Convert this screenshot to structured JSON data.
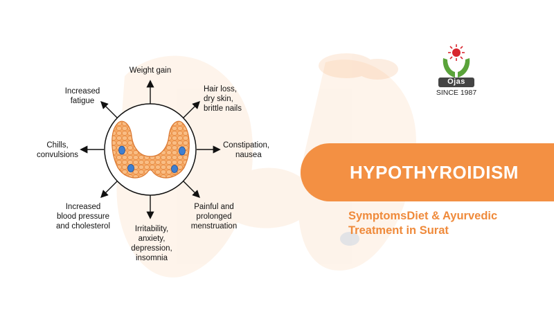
{
  "diagram": {
    "symptoms": {
      "top": "Weight gain",
      "top_right": [
        "Hair loss,",
        "dry skin,",
        "brittle nails"
      ],
      "right": [
        "Constipation,",
        "nausea"
      ],
      "bottom_right": [
        "Painful and",
        "prolonged",
        "menstruation"
      ],
      "bottom": [
        "Irritability,",
        "anxiety,",
        "depression,",
        "insomnia"
      ],
      "bottom_left": [
        "Increased",
        "blood pressure",
        "and cholesterol"
      ],
      "left": [
        "Chills,",
        "convulsions"
      ],
      "top_left": [
        "Increased",
        "fatigue"
      ]
    }
  },
  "banner": {
    "title": "HYPOTHYROIDISM",
    "subtitle_line1": "SymptomsDiet & Ayurvedic",
    "subtitle_line2": "Treatment in Surat"
  },
  "logo": {
    "name": "Ojas",
    "since": "SINCE 1987"
  },
  "colors": {
    "accent_orange": "#f39043",
    "subtitle_orange": "#ef8a3b",
    "thyroid_orange": "#f4a15e",
    "logo_green": "#5aa33a",
    "logo_red": "#d8262e",
    "logo_dark": "#444444"
  }
}
